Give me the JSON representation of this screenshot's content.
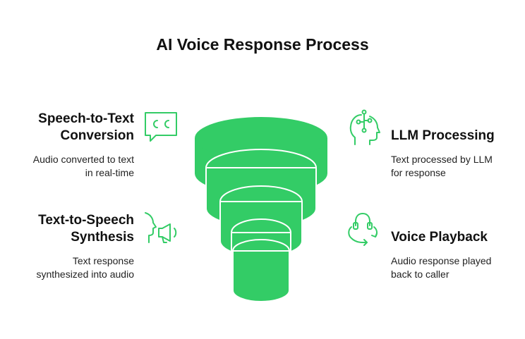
{
  "title": "AI Voice Response Process",
  "colors": {
    "accent": "#33cc66",
    "accent_dark": "#1f8f45",
    "text": "#111111"
  },
  "steps": [
    {
      "heading_line1": "Speech-to-Text",
      "heading_line2": "Conversion",
      "desc_line1": "Audio converted to text",
      "desc_line2": "in real-time",
      "icon": "closed-caption-icon"
    },
    {
      "heading_line1": "LLM Processing",
      "heading_line2": "",
      "desc_line1": "Text processed by LLM",
      "desc_line2": "for response",
      "icon": "head-circuit-icon"
    },
    {
      "heading_line1": "Text-to-Speech",
      "heading_line2": "Synthesis",
      "desc_line1": "Text response",
      "desc_line2": "synthesized into audio",
      "icon": "speaking-megaphone-icon"
    },
    {
      "heading_line1": "Voice Playback",
      "heading_line2": "",
      "desc_line1": "Audio response played",
      "desc_line2": "back to caller",
      "icon": "headphones-loop-icon"
    }
  ]
}
